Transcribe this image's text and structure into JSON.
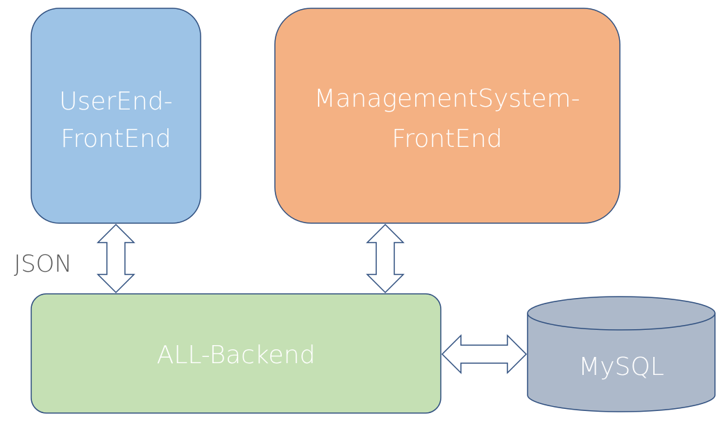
{
  "nodes": {
    "userend": {
      "line1": "UserEnd-",
      "line2": "FrontEnd"
    },
    "management": {
      "line1": "ManagementSystem-",
      "line2": "FrontEnd"
    },
    "backend": {
      "label": "ALL-Backend"
    },
    "database": {
      "label": "MySQL"
    }
  },
  "edges": {
    "userend_backend": {
      "label": "JSON"
    }
  },
  "colors": {
    "userend_fill": "#9DC3E6",
    "management_fill": "#F4B183",
    "backend_fill": "#C5E0B4",
    "database_fill": "#ADB9CA",
    "stroke": "#2F4F7F",
    "arrow_fill": "#ffffff"
  }
}
